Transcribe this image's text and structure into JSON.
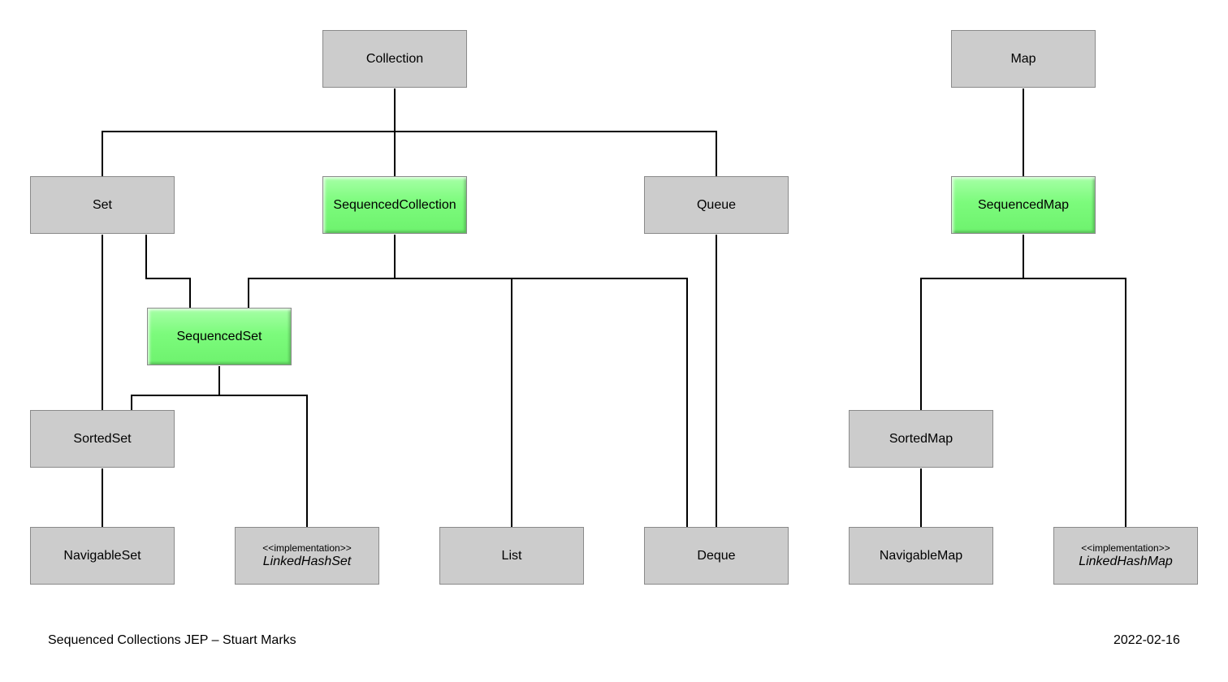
{
  "nodes": {
    "collection": "Collection",
    "map": "Map",
    "set": "Set",
    "sequenced_collection": "SequencedCollection",
    "queue": "Queue",
    "sequenced_map": "SequencedMap",
    "sequenced_set": "SequencedSet",
    "sorted_set": "SortedSet",
    "sorted_map": "SortedMap",
    "navigable_set": "NavigableSet",
    "linked_hash_set": {
      "stereotype": "<<implementation>>",
      "name": "LinkedHashSet"
    },
    "list": "List",
    "deque": "Deque",
    "navigable_map": "NavigableMap",
    "linked_hash_map": {
      "stereotype": "<<implementation>>",
      "name": "LinkedHashMap"
    }
  },
  "colors": {
    "node_fill": "#cccccc",
    "highlight_fill": "#7cfb7c",
    "line": "#000000"
  },
  "footer": {
    "left": "Sequenced Collections JEP – Stuart Marks",
    "right": "2022-02-16"
  }
}
